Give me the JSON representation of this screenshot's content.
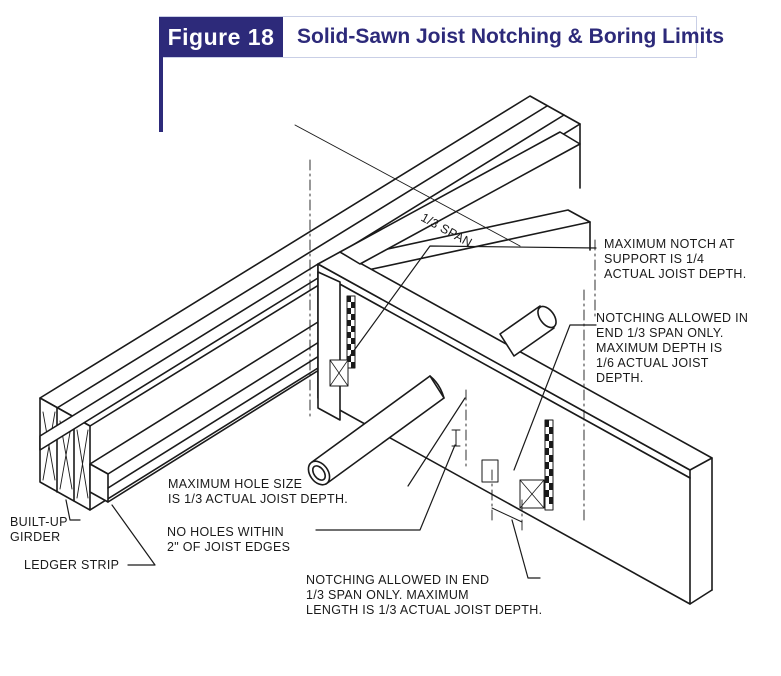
{
  "header": {
    "figure_label": "Figure 18",
    "title": "Solid-Sawn Joist Notching & Boring Limits",
    "accent_color": "#2d2a7a"
  },
  "labels": {
    "span": "1/3 SPAN",
    "max_notch_support": [
      "MAXIMUM NOTCH AT",
      "SUPPORT IS 1/4",
      "ACTUAL JOIST DEPTH."
    ],
    "notching_depth": [
      "NOTCHING ALLOWED IN",
      "END 1/3 SPAN ONLY.",
      "MAXIMUM DEPTH IS",
      "1/6 ACTUAL JOIST",
      "DEPTH."
    ],
    "max_hole": [
      "MAXIMUM HOLE SIZE",
      "IS 1/3 ACTUAL JOIST DEPTH."
    ],
    "no_holes": [
      "NO HOLES WITHIN",
      "2\" OF JOIST EDGES"
    ],
    "notching_length": [
      "NOTCHING ALLOWED IN END",
      "1/3 SPAN ONLY. MAXIMUM",
      "LENGTH IS 1/3 ACTUAL JOIST DEPTH."
    ],
    "girder": [
      "BUILT-UP",
      "GIRDER"
    ],
    "ledger": "LEDGER STRIP"
  }
}
